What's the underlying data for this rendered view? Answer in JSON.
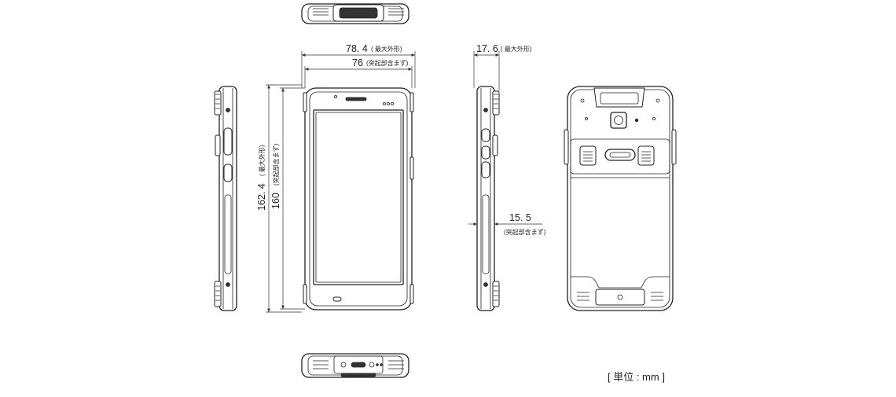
{
  "diagram": {
    "unit_label": "[ 単位 : mm ]",
    "dimensions": {
      "width_max": {
        "value": "78. 4",
        "note": "( 最大外形)"
      },
      "width_body": {
        "value": "76",
        "note": "(突起部含まず)"
      },
      "height_max": {
        "value": "162. 4",
        "note": "( 最大外形)"
      },
      "height_body": {
        "value": "160",
        "note": "(突起部含まず)"
      },
      "depth_max": {
        "value": "17. 6",
        "note": "( 最大外形)"
      },
      "depth_body": {
        "value": "15. 5",
        "note": "(突起部含まず)"
      }
    }
  }
}
